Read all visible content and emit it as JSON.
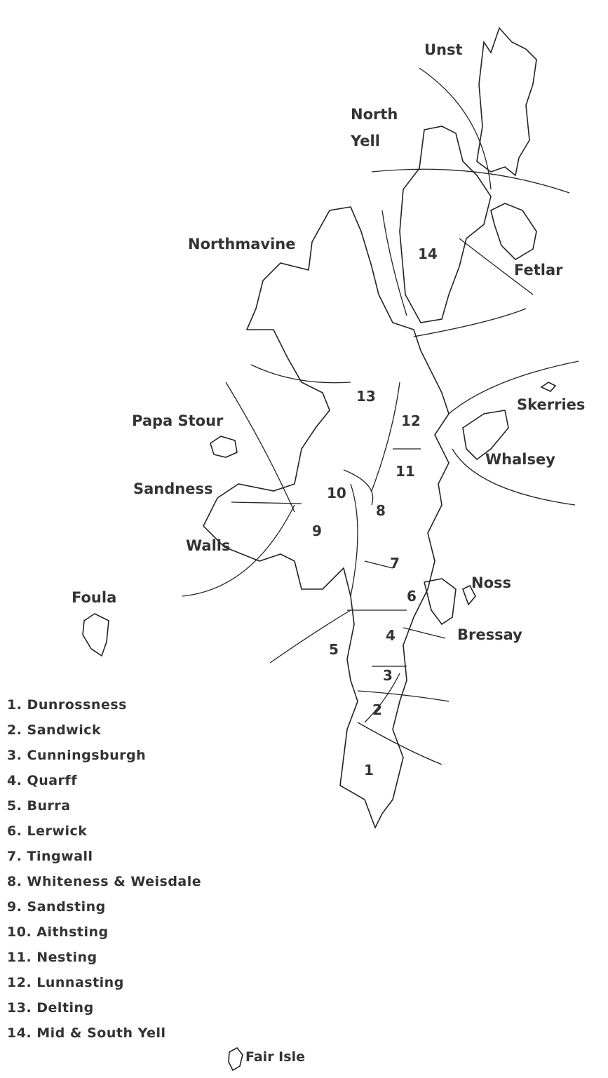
{
  "title": "Shetland parishes map",
  "place_labels": {
    "unst": "Unst",
    "north_yell_1": "North",
    "north_yell_2": "Yell",
    "northmavine": "Northmavine",
    "fetlar": "Fetlar",
    "skerries": "Skerries",
    "papa_stour": "Papa Stour",
    "whalsey": "Whalsey",
    "sandness": "Sandness",
    "walls": "Walls",
    "noss": "Noss",
    "foula": "Foula",
    "bressay": "Bressay",
    "fair_isle": "Fair Isle"
  },
  "parish_numbers": [
    "1",
    "2",
    "3",
    "4",
    "5",
    "6",
    "7",
    "8",
    "9",
    "10",
    "11",
    "12",
    "13",
    "14"
  ],
  "legend": [
    "1. Dunrossness",
    "2. Sandwick",
    "3. Cunningsburgh",
    "4. Quarff",
    "5. Burra",
    "6. Lerwick",
    "7. Tingwall",
    "8. Whiteness & Weisdale",
    "9. Sandsting",
    "10. Aithsting",
    "11. Nesting",
    "12. Lunnasting",
    "13. Delting",
    "14. Mid & South Yell"
  ]
}
